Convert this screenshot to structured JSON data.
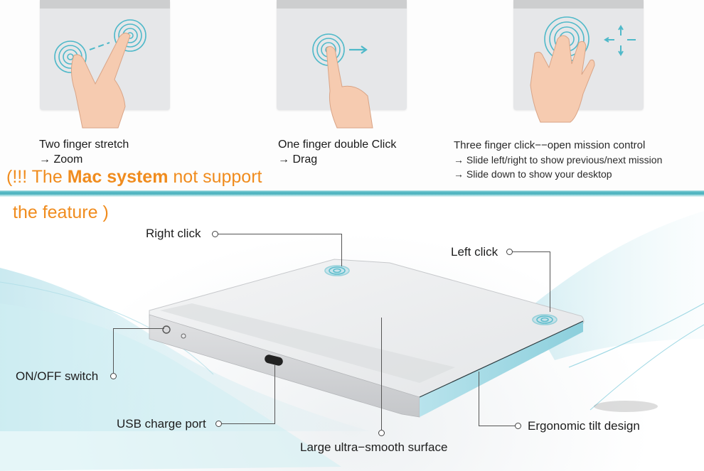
{
  "gestures": [
    {
      "title": "Two finger stretch",
      "lines": [
        "→ Zoom"
      ],
      "icon": "two-finger-stretch-icon"
    },
    {
      "title": "One finger double Click",
      "lines": [
        "→  Drag"
      ],
      "icon": "one-finger-drag-icon"
    },
    {
      "title": "Three finger click−−open mission control",
      "lines": [
        "→ Slide left/right to show previous/next mission",
        "→ Slide down to show your desktop"
      ],
      "icon": "three-finger-click-icon"
    }
  ],
  "warning": {
    "prefix": "(!!! The ",
    "emphasis": "Mac system",
    "suffix": " not support",
    "line2": "the feature )",
    "color": "#f08c1e"
  },
  "divider_color": "#4bb1bd",
  "callouts": {
    "right_click": "Right click",
    "left_click": "Left click",
    "on_off_switch": "ON/OFF switch",
    "usb_charge_port": "USB charge port",
    "large_surface": "Large ultra−smooth surface",
    "ergonomic_tilt": "Ergonomic tilt design"
  },
  "accent_color": "#5cc4d4"
}
